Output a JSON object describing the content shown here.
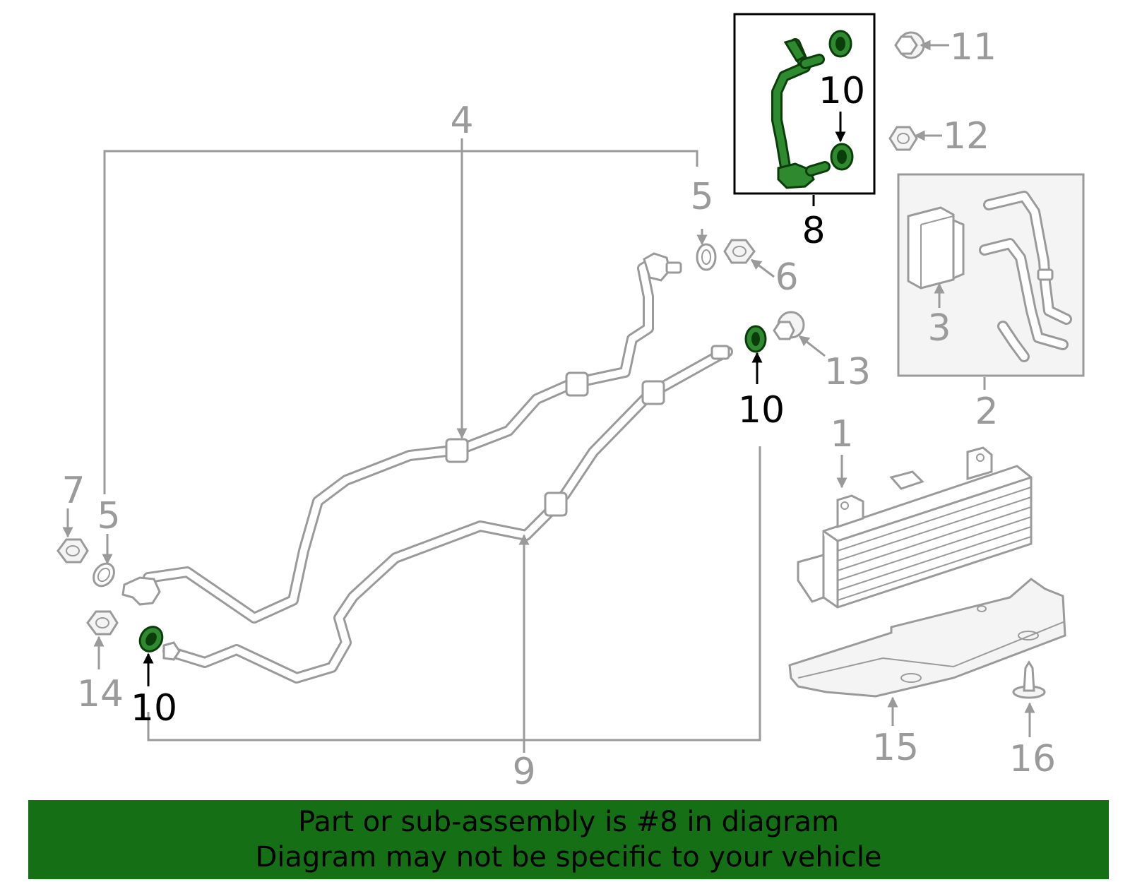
{
  "diagram": {
    "callouts": {
      "c1": "1",
      "c2": "2",
      "c3": "3",
      "c4": "4",
      "c5a": "5",
      "c5b": "5",
      "c6": "6",
      "c7": "7",
      "c8": "8",
      "c9": "9",
      "c10a": "10",
      "c10b": "10",
      "c10c": "10",
      "c11": "11",
      "c12": "12",
      "c13": "13",
      "c14": "14",
      "c15": "15",
      "c16": "16"
    },
    "highlight_color": "#2f8a2f",
    "highlighted_part": "8"
  },
  "banner": {
    "line1": "Part or sub-assembly is #8 in diagram",
    "line2": "Diagram may not be specific to your vehicle",
    "background": "#157015"
  }
}
